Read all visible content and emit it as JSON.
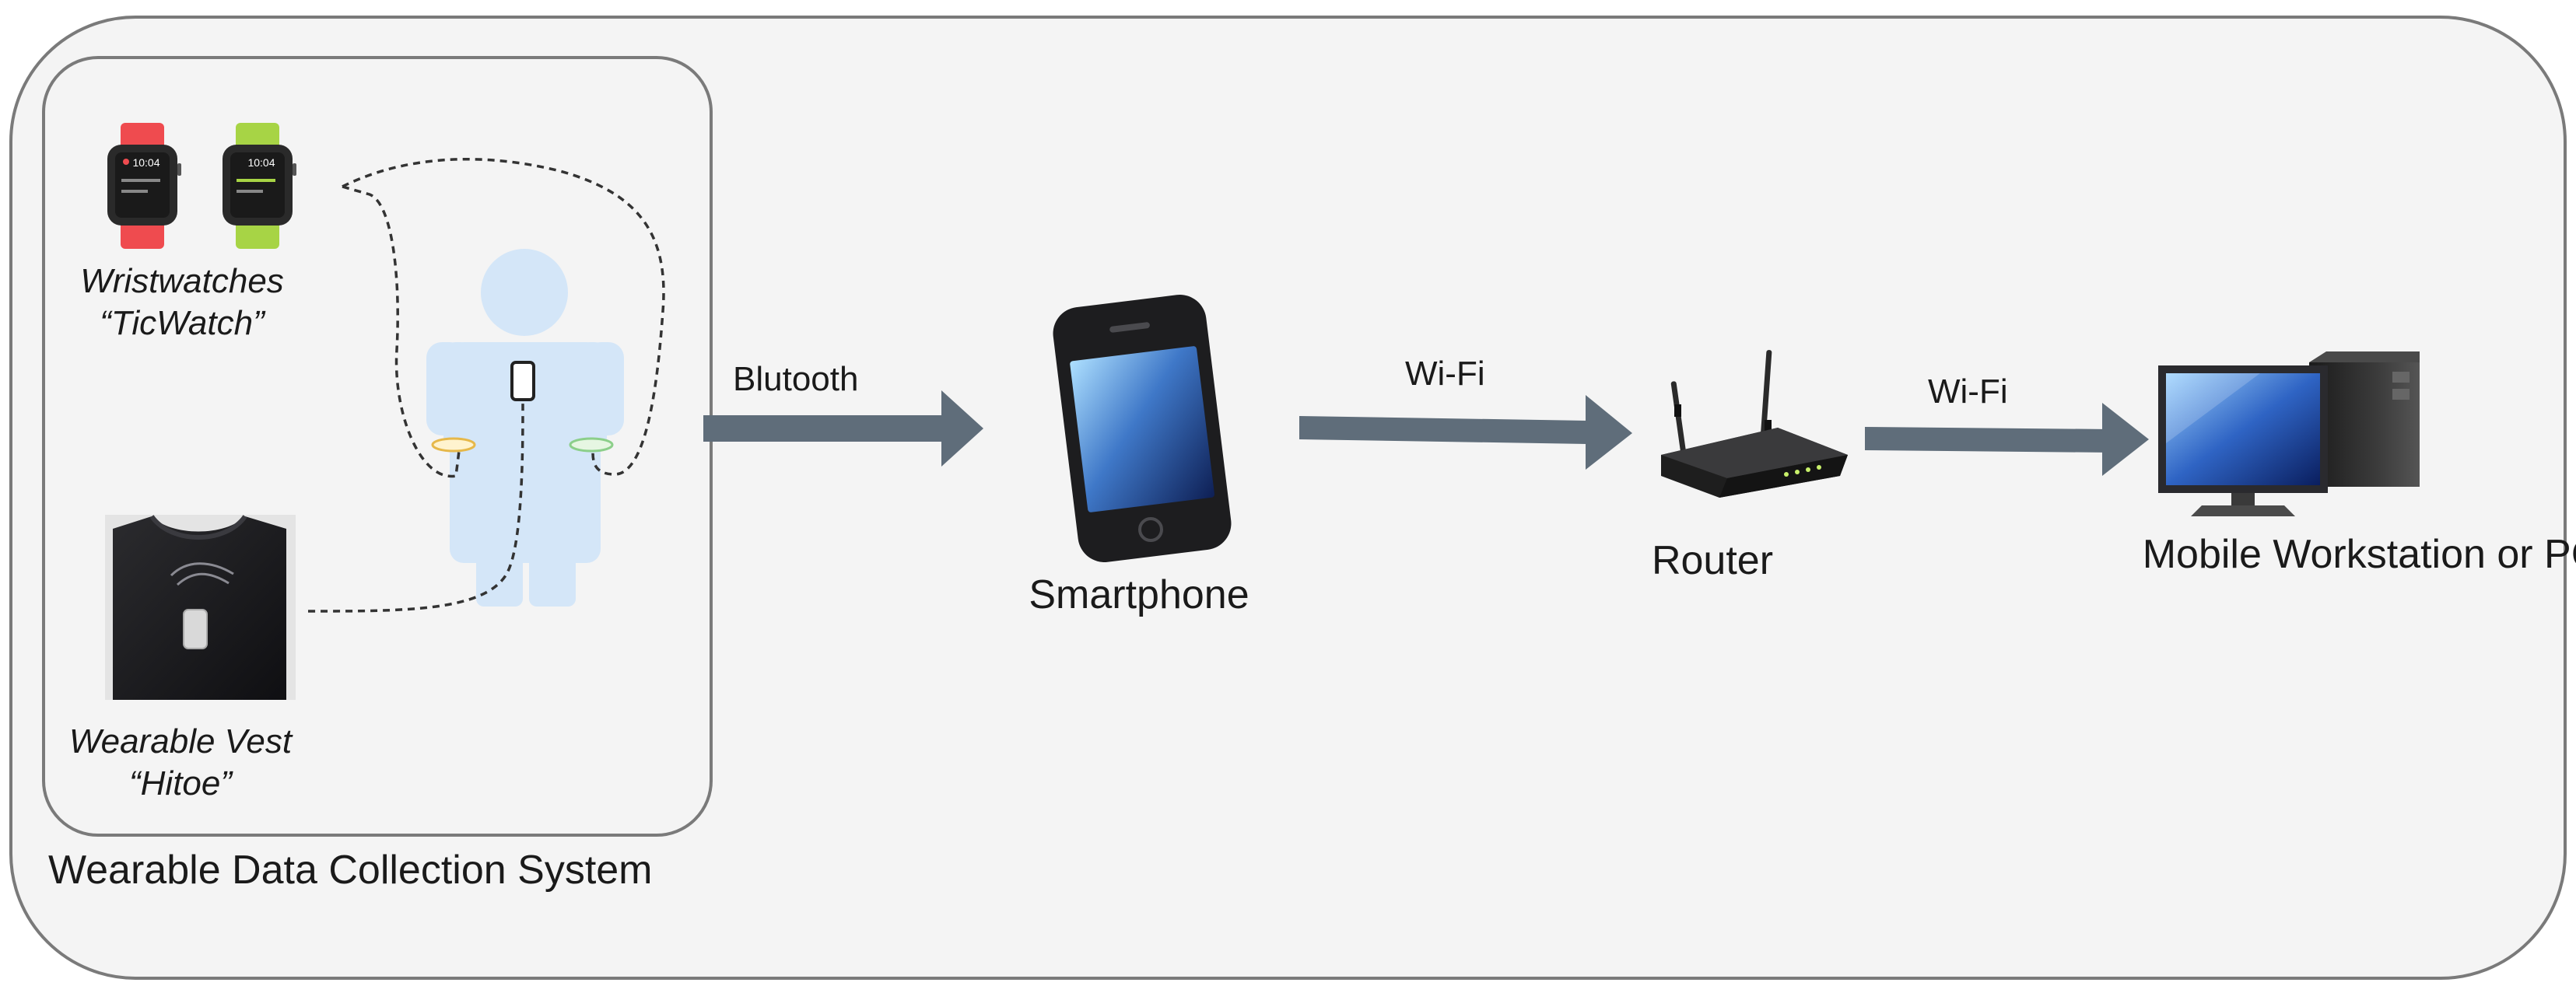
{
  "system_label": "Wearable Data Collection System",
  "wristwatch": {
    "line1": "Wristwatches",
    "line2": "“TicWatch”",
    "screen_time": "10:04",
    "band_colors": [
      "#ef4b4f",
      "#a7d445"
    ]
  },
  "vest": {
    "line1": "Wearable Vest",
    "line2": "“Hitoe”"
  },
  "links": {
    "bluetooth": "Blutooth",
    "wifi_1": "Wi-Fi",
    "wifi_2": "Wi-Fi"
  },
  "devices": {
    "smartphone": "Smartphone",
    "router": "Router",
    "workstation": "Mobile Workstation or PC"
  },
  "colors": {
    "arrow": "#5f6d7a",
    "panel_bg": "#f4f4f4",
    "body_figure": "#d4e6f8"
  }
}
